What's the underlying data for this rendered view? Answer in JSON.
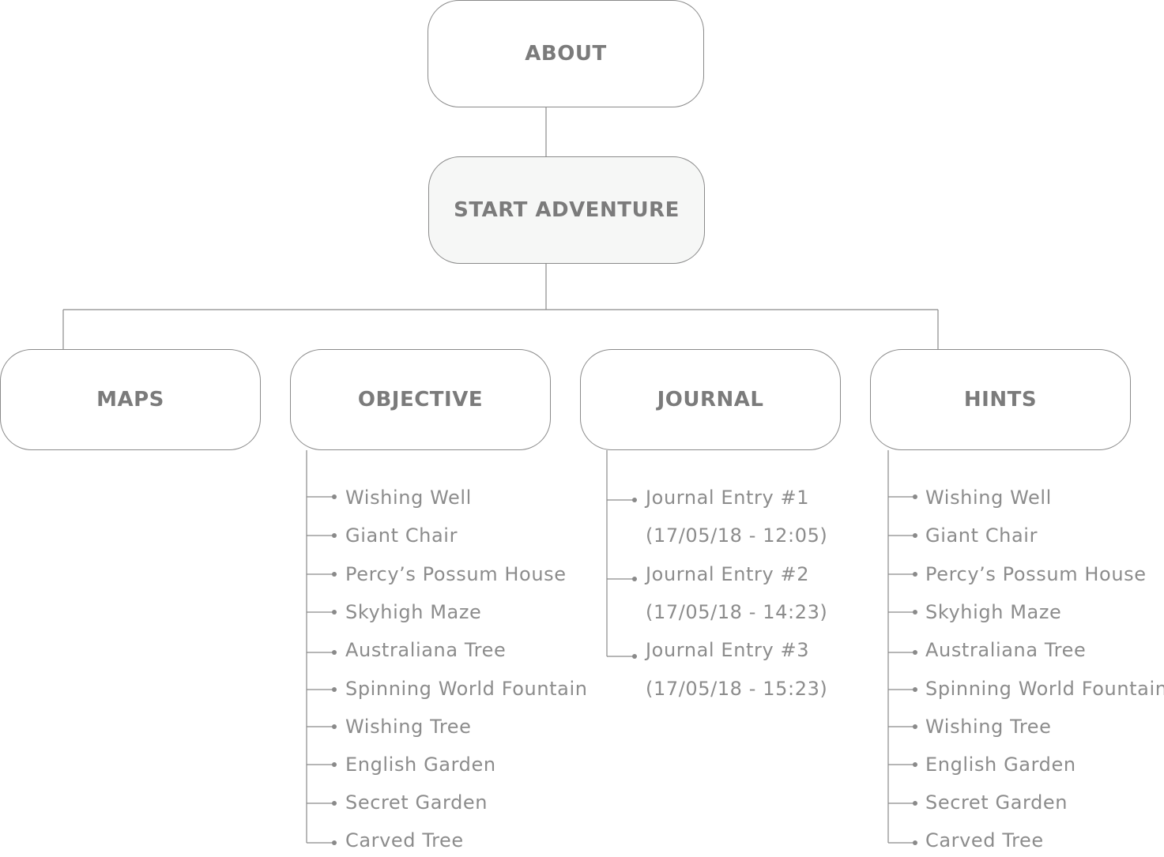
{
  "nodes": {
    "about": "ABOUT",
    "start_adventure": "START ADVENTURE",
    "maps": "MAPS",
    "objective": "OBJECTIVE",
    "journal": "JOURNAL",
    "hints": "HINTS"
  },
  "objective_items": [
    "Wishing Well",
    "Giant Chair",
    "Percy’s Possum House",
    "Skyhigh Maze",
    "Australiana Tree",
    "Spinning World Fountain",
    "Wishing Tree",
    "English Garden",
    "Secret Garden",
    "Carved Tree"
  ],
  "journal_entries": [
    {
      "title": "Journal Entry #1",
      "timestamp": "(17/05/18 - 12:05)"
    },
    {
      "title": "Journal Entry #2",
      "timestamp": "(17/05/18 - 14:23)"
    },
    {
      "title": "Journal Entry #3",
      "timestamp": "(17/05/18 - 15:23)"
    }
  ],
  "hint_items": [
    "Wishing Well",
    "Giant Chair",
    "Percy’s Possum House",
    "Skyhigh Maze",
    "Australiana Tree",
    "Spinning World Fountain",
    "Wishing Tree",
    "English Garden",
    "Secret Garden",
    "Carved Tree"
  ],
  "colors": {
    "line": "#8a8a8a",
    "node_text": "#7b7b7b",
    "item_text": "#8c8c8c",
    "highlight_fill": "#f6f7f6"
  }
}
